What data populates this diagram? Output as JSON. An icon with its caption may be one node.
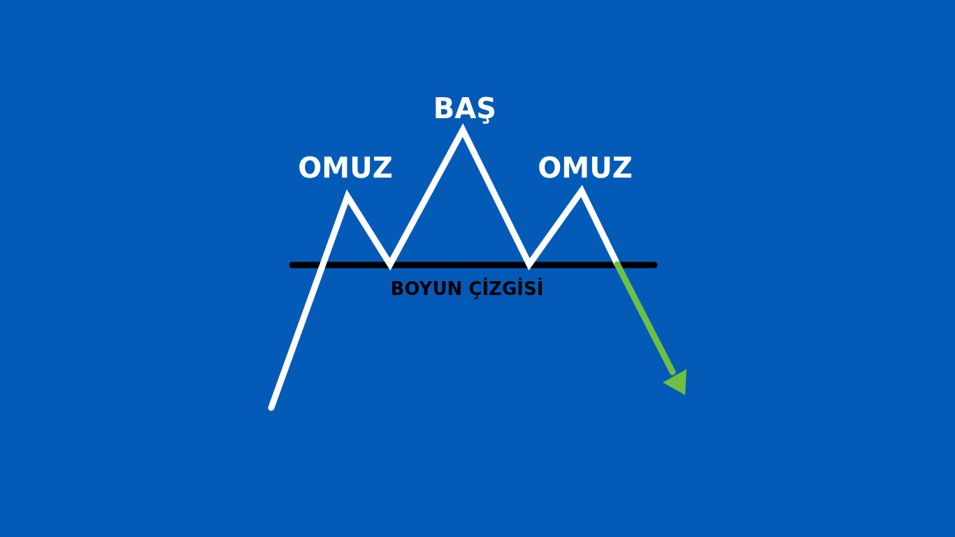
{
  "diagram": {
    "labels": [
      "BAŞ",
      "OMUZ",
      "OMUZ",
      "BOYUN ÇİZGİSİ"
    ]
  }
}
